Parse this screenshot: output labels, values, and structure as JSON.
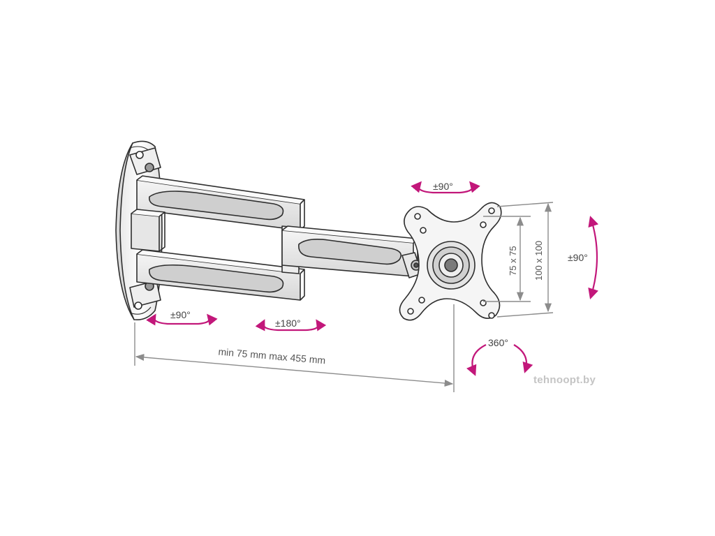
{
  "labels": {
    "wall_rotation": "±90°",
    "arm_rotation": "±180°",
    "head_swivel": "±90°",
    "tilt": "±90°",
    "rotation": "360°",
    "reach": "min 75 mm max 455 mm",
    "vesa_small": "75 x 75",
    "vesa_large": "100 x 100"
  },
  "watermark": "tehnoopt.by",
  "colors": {
    "accent": "#c2177a",
    "line": "#333333",
    "dimension": "#8c8c8c",
    "fill": "#f2f2f2"
  }
}
